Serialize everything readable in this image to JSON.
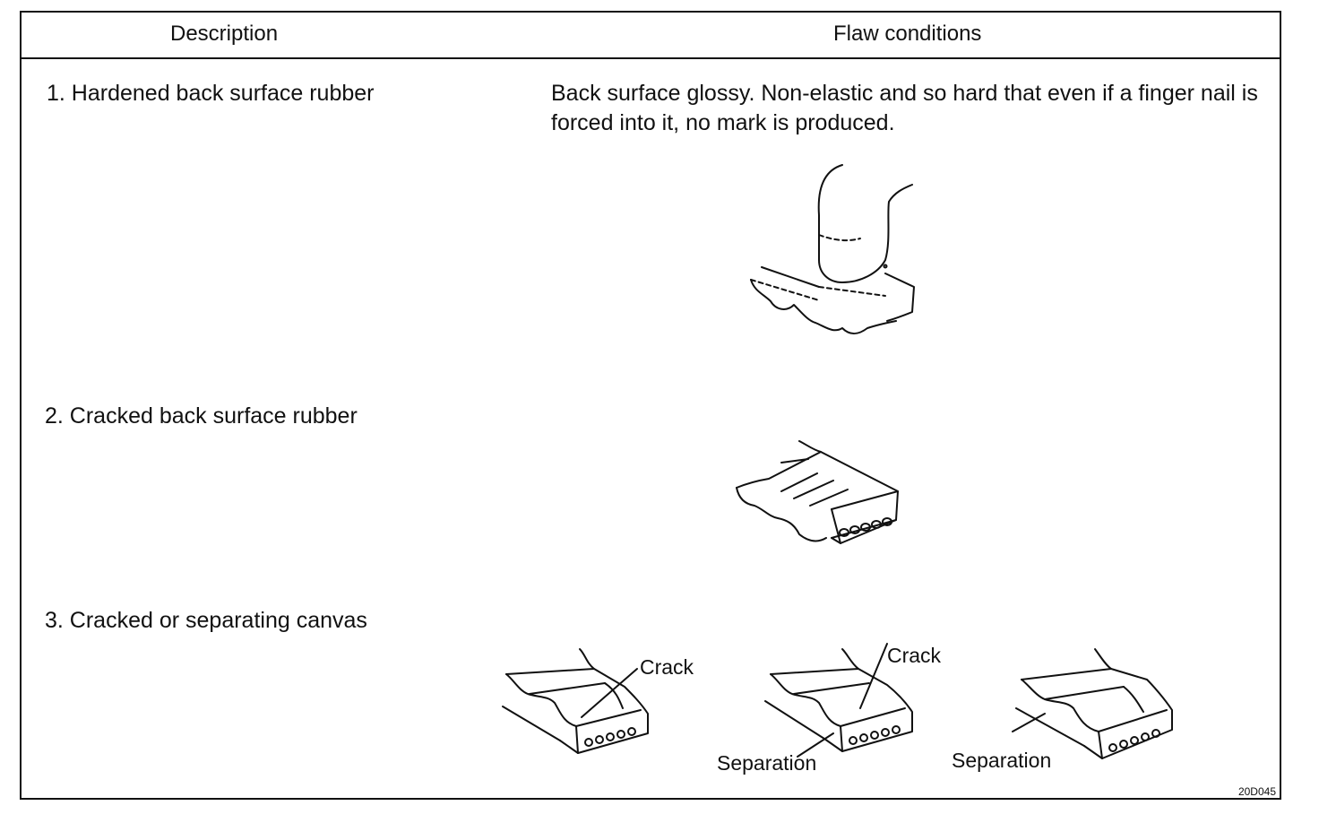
{
  "table": {
    "headers": {
      "description": "Description",
      "flaw_conditions": "Flaw conditions"
    },
    "rows": [
      {
        "description": "1. Hardened back surface rubber",
        "flaw": "Back surface glossy. Non-elastic and so hard that even if a finger nail is forced into it, no mark is produced.",
        "illustration": "finger-pressing-belt"
      },
      {
        "description": "2. Cracked back surface rubber",
        "flaw": "",
        "illustration": "belt-with-back-cracks"
      },
      {
        "description": "3. Cracked or separating canvas",
        "flaw": "",
        "illustration": "belt-canvas-defects",
        "callouts": [
          "Crack",
          "Crack",
          "Separation",
          "Separation"
        ]
      }
    ]
  },
  "figure_code": "20D045"
}
